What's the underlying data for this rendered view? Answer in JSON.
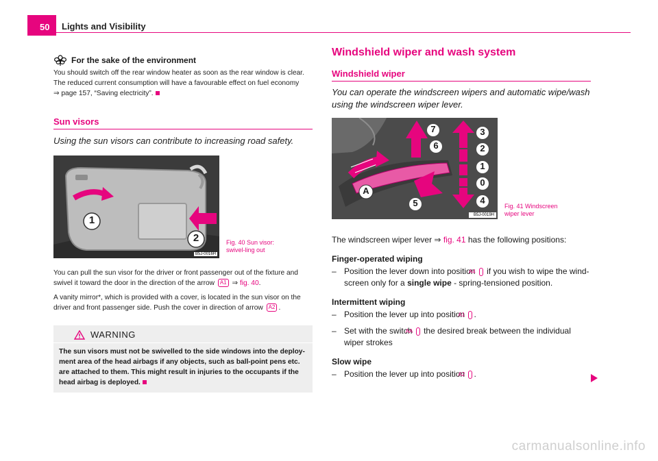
{
  "header": {
    "page_number": "50",
    "title": "Lights and Visibility"
  },
  "environment": {
    "icon": "flower-icon",
    "title": "For the sake of the environment",
    "text": "You should switch off the rear window heater as soon as the rear window is clear. The reduced current consumption will have a favourable effect on fuel economy",
    "ref_arrow": "⇒",
    "ref": "page 157, “Saving electricity”."
  },
  "sun_visors": {
    "heading": "Sun visors",
    "intro": "Using the sun visors can contribute to increasing road safety.",
    "figure": {
      "caption": "Fig. 40   Sun visor: swivel-ling out",
      "code": "B5J-0016H",
      "callouts": [
        "1",
        "2"
      ]
    },
    "para1_a": "You can pull the sun visor for the driver or front passenger out of the fixture and swivel it toward the door in the direction of the arrow",
    "para1_badge": "A1",
    "para1_arrow": "⇒",
    "para1_link": "fig. 40",
    "para1_end": ".",
    "para2_a": "A vanity mirror*, which is provided with a cover, is located in the sun visor on the driver and front passenger side. Push the cover in direction of arrow",
    "para2_badge": "A2",
    "para2_end": "."
  },
  "warning": {
    "icon": "warning-triangle-icon",
    "title": "WARNING",
    "text": "The sun visors must not be swivelled to the side windows into the deploy-ment area of the head airbags if any objects, such as ball-point pens etc. are attached to them. This might result in injuries to the occupants if the head airbag is deployed."
  },
  "wiper": {
    "title": "Windshield wiper and wash system",
    "sub_heading": "Windshield wiper",
    "intro": "You can operate the windscreen wipers and automatic wipe/wash using the windscreen wiper lever.",
    "figure": {
      "caption": "Fig. 41   Windscreen wiper lever",
      "code": "B5J-0019H",
      "callouts": [
        "7",
        "6",
        "A",
        "5",
        "3",
        "2",
        "1",
        "0",
        "4"
      ]
    },
    "intro_para_a": "The windscreen wiper lever",
    "intro_para_arrow": "⇒",
    "intro_para_link": "fig. 41",
    "intro_para_b": "has the following positions:",
    "sections": [
      {
        "heading": "Finger-operated wiping",
        "items": [
          {
            "dash": "–",
            "a": "Position the lever down into position",
            "badge": "A4",
            "b": "if you wish to wipe the wind-screen only for a",
            "bold": "single wipe",
            "c": "- spring-tensioned position."
          }
        ]
      },
      {
        "heading": "Intermittent wiping",
        "items": [
          {
            "dash": "–",
            "a": "Position the lever up into position",
            "badge": "A1",
            "b": "."
          },
          {
            "dash": "–",
            "a": "Set with the switch",
            "badge": "AA",
            "b": "the desired break between the individual wiper strokes"
          }
        ]
      },
      {
        "heading": "Slow wipe",
        "items": [
          {
            "dash": "–",
            "a": "Position the lever up into position",
            "badge": "A2",
            "b": "."
          }
        ]
      }
    ]
  },
  "watermark": "carmanualsonline.info",
  "colors": {
    "accent": "#e6057e",
    "warning_bg": "#eeeeee"
  }
}
